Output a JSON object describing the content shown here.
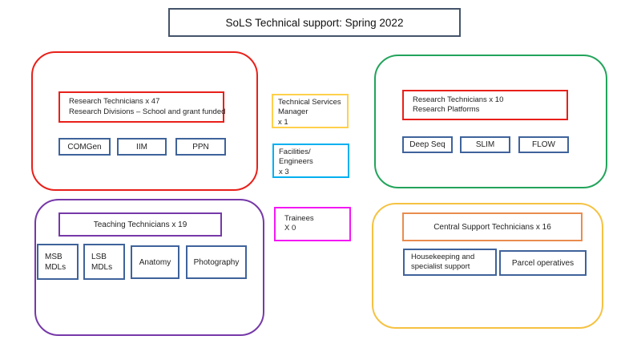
{
  "title": "SoLS Technical support: Spring 2022",
  "palette": {
    "title_border": "#44546A",
    "red": "#E8201A",
    "green": "#22A45B",
    "purple": "#7639A8",
    "gold": "#F5C242",
    "yellow": "#FFD04B",
    "cyan": "#00B0F0",
    "magenta": "#F318F3",
    "orange": "#E98C4F",
    "steel_blue": "#3F639B"
  },
  "research_school": {
    "header_line1": "Research Technicians x 47",
    "header_line2": "Research Divisions – School and grant funded",
    "items": [
      "COMGen",
      "IIM",
      "PPN"
    ]
  },
  "research_platforms": {
    "header_line1": "Research Technicians x 10",
    "header_line2": "Research Platforms",
    "items": [
      "Deep Seq",
      "SLIM",
      "FLOW"
    ]
  },
  "manager_box": {
    "line1": "Technical Services",
    "line2": "Manager",
    "line3": "x 1"
  },
  "facilities_box": {
    "line1": "Facilities/",
    "line2": "Engineers",
    "line3": "x 3"
  },
  "trainees_box": {
    "line1": "Trainees",
    "line2": "X 0"
  },
  "teaching": {
    "header": "Teaching Technicians x 19",
    "items": [
      {
        "line1": "MSB",
        "line2": "MDLs"
      },
      {
        "line1": "LSB",
        "line2": "MDLs"
      },
      {
        "line1": "Anatomy"
      },
      {
        "line1": "Photography"
      }
    ]
  },
  "central_support": {
    "header": "Central Support Technicians x 16",
    "items": [
      {
        "line1": "Housekeeping and",
        "line2": "specialist support"
      },
      {
        "line1": "Parcel operatives"
      }
    ]
  }
}
